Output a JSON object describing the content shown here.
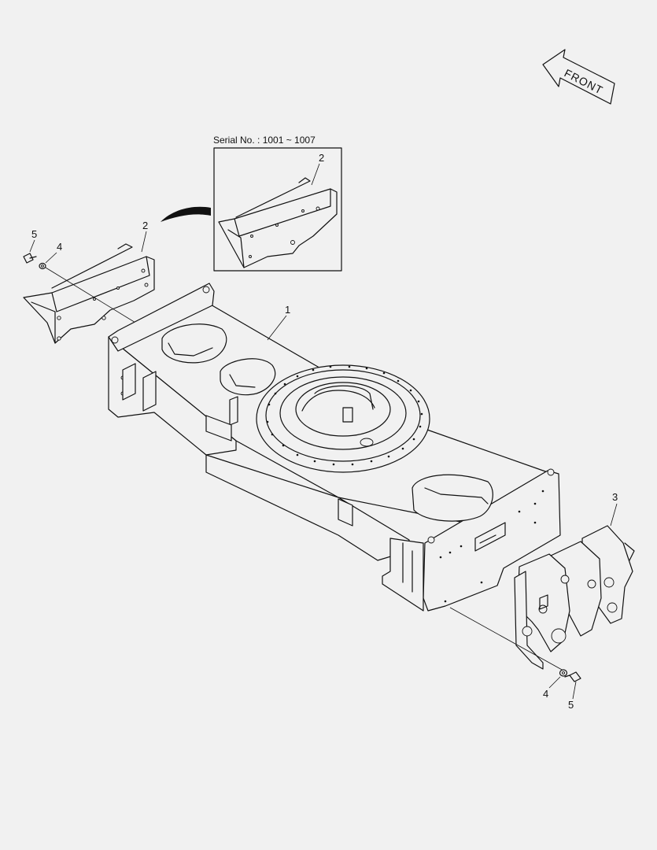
{
  "inset": {
    "serial_text": "Serial No. : 1001 ~ 1007",
    "part_label": "2"
  },
  "front_arrow": {
    "text": "FRONT"
  },
  "callouts": {
    "frame": "1",
    "bracket_left": "2",
    "rear_part": "3",
    "washer_top": "4",
    "bolt_top": "5",
    "washer_bottom": "4",
    "bolt_bottom": "5"
  }
}
